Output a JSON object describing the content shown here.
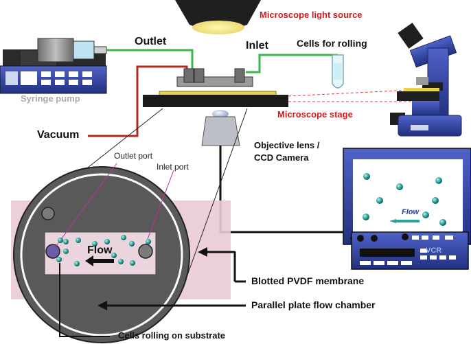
{
  "labels": {
    "microscope_light_source": "Microscope light source",
    "outlet": "Outlet",
    "inlet": "Inlet",
    "cells_for_rolling": "Cells for rolling",
    "syringe_pump": "Syringe pump",
    "vacuum": "Vacuum",
    "microscope_stage": "Microscope stage",
    "objective_lens_line1": "Objective lens /",
    "objective_lens_line2": "CCD Camera",
    "outlet_port": "Outlet port",
    "inlet_port": "Inlet port",
    "flow_chamber": "Flow",
    "flow_monitor": "Flow",
    "blotted_pvdf_membrane": "Blotted PVDF membrane",
    "parallel_plate_flow_chamber": "Parallel plate flow chamber",
    "cells_rolling_on_substrate": "Cells rolling on substrate",
    "vcr_mark": "VCR"
  },
  "colors": {
    "tubing_outlet": "#3cb54a",
    "tubing_inlet": "#3cb54a",
    "tubing_vacuum": "#b0281e",
    "instrument_blue": "#2e3fa0",
    "label_red": "#d21b1b",
    "label_gray": "#a9a9b5",
    "cell_teal": "#2aa39a",
    "membrane_pink": "#e9cbd8"
  }
}
